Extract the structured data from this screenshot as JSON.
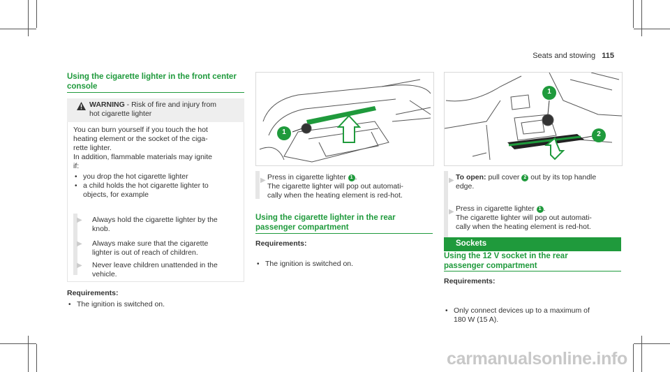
{
  "header": {
    "section": "Seats and stowing",
    "page": "115"
  },
  "col1": {
    "heading": "Using the cigarette lighter in the front center console",
    "warning_title": "WARNING",
    "warning_text_1": " - Risk of fire and injury from",
    "warning_text_2": "hot cigarette lighter",
    "warning_body": [
      "You can burn yourself if you touch the hot",
      "heating element or the socket of the ciga-",
      "rette lighter.",
      "In addition, flammable materials may ignite",
      "if:"
    ],
    "warning_bullets": [
      [
        "you drop the hot cigarette lighter"
      ],
      [
        "a child holds the hot cigarette lighter to",
        "objects, for example"
      ]
    ],
    "steps": [
      [
        "Always hold the cigarette lighter by the",
        "knob."
      ],
      [
        "Always make sure that the cigarette",
        "lighter is out of reach of children."
      ],
      [
        "Never leave children unattended in the",
        "vehicle."
      ]
    ],
    "req_title": "Requirements:",
    "req_item": "The ignition is switched on."
  },
  "col2": {
    "step_line1_pre": "Press in cigarette lighter ",
    "step_badge": "1",
    "step_line1_post": ".",
    "step_line2": "The cigarette lighter will pop out automati-",
    "step_line3": "cally when the heating element is red-hot.",
    "heading": "Using the cigarette lighter in the rear passenger compartment",
    "req_title": "Requirements:",
    "req_item": "The ignition is switched on.",
    "callouts": [
      "1"
    ]
  },
  "col3": {
    "step1_bold": "To open:",
    "step1_pre": " pull cover ",
    "step1_badge": "2",
    "step1_post": " out by its top handle",
    "step1_line2": "edge.",
    "step2_pre": "Press in cigarette lighter ",
    "step2_badge": "1",
    "step2_post": ".",
    "step2_line2": "The cigarette lighter will pop out automati-",
    "step2_line3": "cally when the heating element is red-hot.",
    "sockets_bar": "Sockets",
    "heading": "Using the 12 V socket in the rear passenger compartment",
    "req_title": "Requirements:",
    "req_line1": "Only connect devices up to a maximum of",
    "req_line2": "180 W (15 A).",
    "callouts": [
      "1",
      "2"
    ]
  },
  "watermark": "carmanualsonline.info",
  "colors": {
    "accent": "#1f9a3c",
    "warning_bg": "#eeeeee"
  }
}
